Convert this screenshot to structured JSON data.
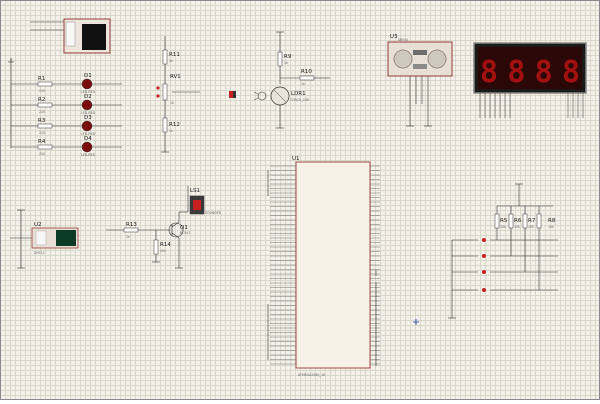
{
  "parts": {
    "R1": {
      "ref": "R1",
      "val": "220"
    },
    "R2": {
      "ref": "R2",
      "val": "220"
    },
    "R3": {
      "ref": "R3",
      "val": "220"
    },
    "R4": {
      "ref": "R4",
      "val": "220"
    },
    "D1": {
      "ref": "D1",
      "val": "LED-RED"
    },
    "D2": {
      "ref": "D2",
      "val": "LED-RED"
    },
    "D3": {
      "ref": "D3",
      "val": "LED-RED"
    },
    "D4": {
      "ref": "D4",
      "val": "LED-RED"
    },
    "R11": {
      "ref": "R11",
      "val": "1k"
    },
    "R12": {
      "ref": "R12",
      "val": "1k"
    },
    "RV1": {
      "ref": "RV1",
      "val": "1k"
    },
    "R9": {
      "ref": "R9",
      "val": "1k"
    },
    "R10": {
      "ref": "R10",
      "val": "1k"
    },
    "LDR1": {
      "ref": "LDR1",
      "val": "TORCH_LDR"
    },
    "U3": {
      "ref": "U3",
      "val": "SRF04"
    },
    "U2": {
      "ref": "U2",
      "val": "DHT11"
    },
    "R13": {
      "ref": "R13",
      "val": "1k"
    },
    "R14": {
      "ref": "R14",
      "val": "10k"
    },
    "Q1": {
      "ref": "Q1",
      "val": "BC547"
    },
    "LS1": {
      "ref": "LS1",
      "val": "SOUNDER"
    },
    "U1": {
      "ref": "U1",
      "val": "ATMEGA2560_16"
    },
    "R5": {
      "ref": "R5",
      "val": "10k"
    },
    "R6": {
      "ref": "R6",
      "val": "10k"
    },
    "R7": {
      "ref": "R7",
      "val": "10k"
    },
    "R8": {
      "ref": "R8",
      "val": "10k"
    }
  },
  "display": {
    "digits": "8888"
  }
}
